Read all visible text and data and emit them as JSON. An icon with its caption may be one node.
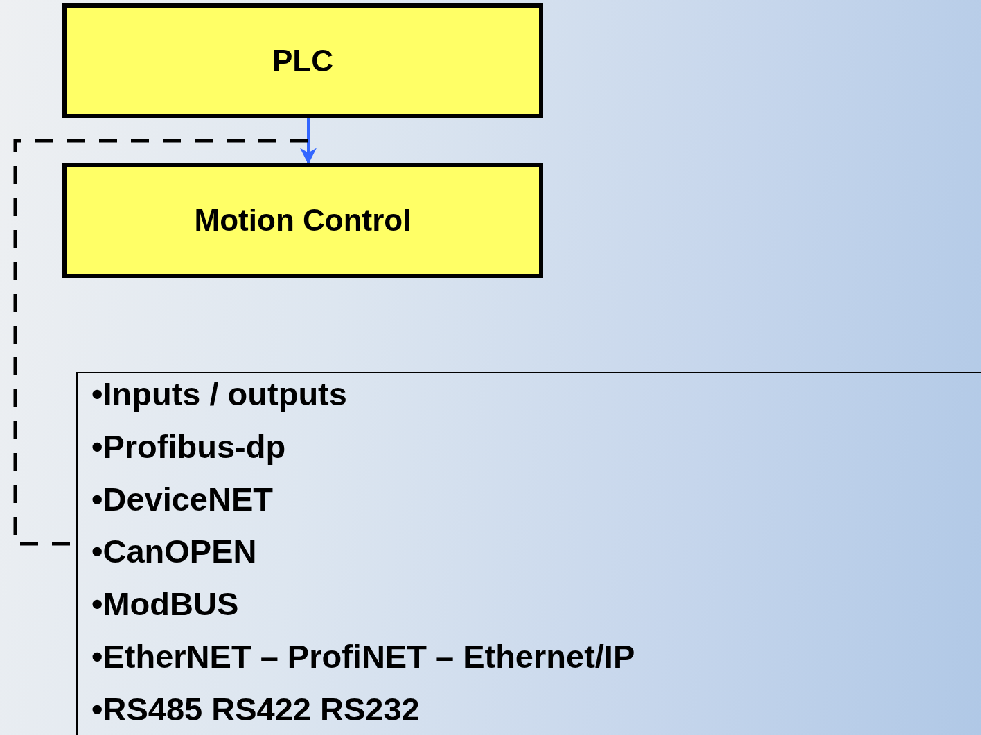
{
  "diagram": {
    "nodes": [
      {
        "text": [
          "PLC"
        ]
      },
      {
        "text": [
          "Motion Control"
        ]
      },
      {
        "text": [
          "•Inputs / outputs",
          "•Profibus-dp",
          "•DeviceNET",
          "•CanOPEN",
          "•ModBUS",
          "•EtherNET – ProfiNET – Ethernet/IP",
          "•RS485 RS422 RS232"
        ]
      }
    ],
    "edges": [
      {
        "from": 0,
        "to": 1,
        "arrow": "to",
        "color": "#3366ff"
      },
      {
        "from": null,
        "to": 2,
        "arrow": "none",
        "style": "dashed",
        "color": "#000000"
      }
    ]
  }
}
